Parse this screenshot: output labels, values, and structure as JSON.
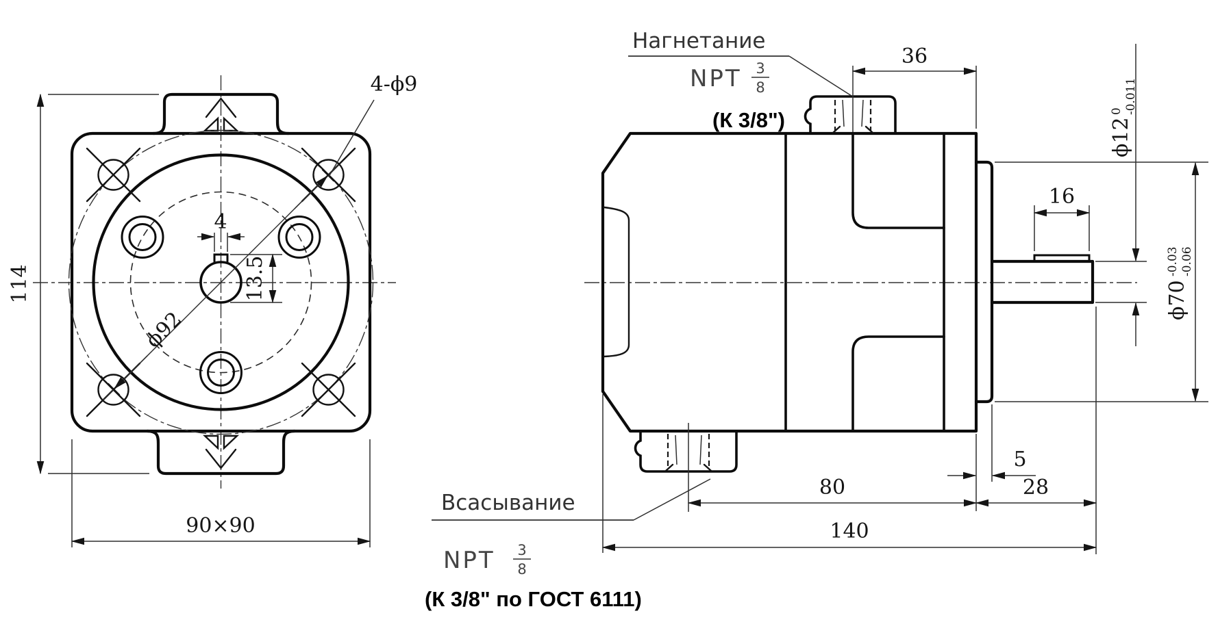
{
  "labels": {
    "discharge": "Нагнетание",
    "thread": "NPT",
    "frac_num": "3",
    "frac_den": "8",
    "discharge_note": "(К 3/8\")",
    "suction": "Всасывание",
    "suction_note": "(К 3/8\" по ГОСТ 6111)"
  },
  "front": {
    "dim_height": "114",
    "dim_square": "90×90",
    "dim_holes": "4-ϕ9",
    "dim_bolt_circle": "ϕ92",
    "dim_key_width": "4",
    "dim_key_height": "13.5"
  },
  "side": {
    "dim_top_port": "36",
    "dim_key_len": "16",
    "dim_pilot_step": "5",
    "dim_bottom_port": "80",
    "dim_shaft_len": "28",
    "dim_total_len": "140",
    "shaft_dia": "ϕ12",
    "shaft_tol_upper": "0",
    "shaft_tol_lower": "-0.011",
    "pilot_dia": "ϕ70",
    "pilot_tol_upper": "-0.03",
    "pilot_tol_lower": "-0.06"
  }
}
